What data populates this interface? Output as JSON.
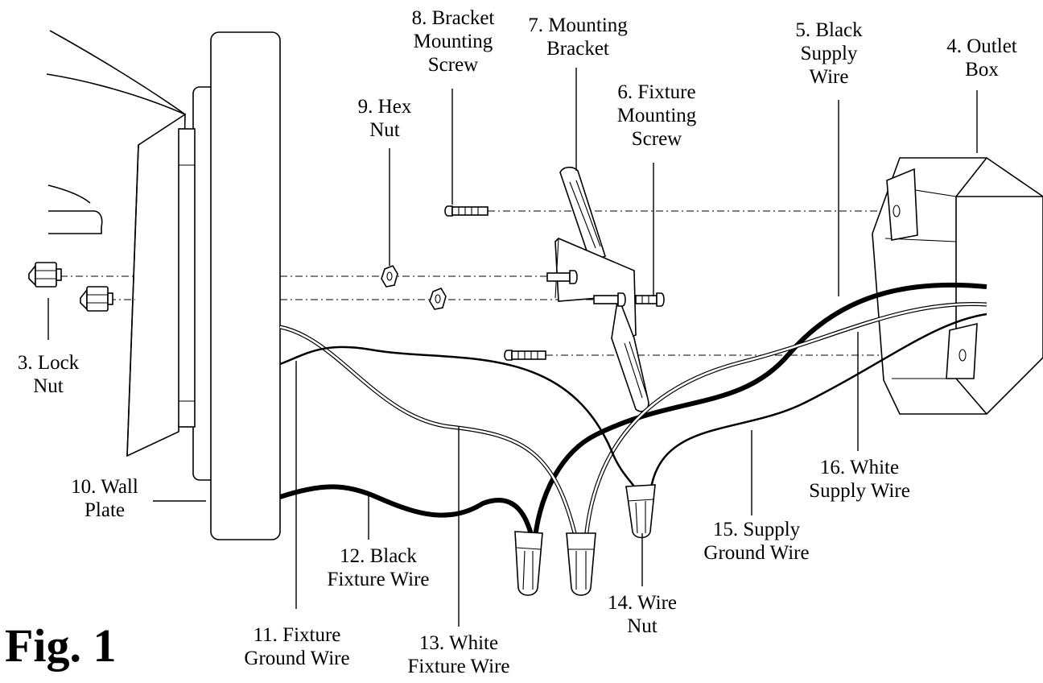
{
  "figure": {
    "title": "Fig. 1"
  },
  "parts": [
    {
      "id": "lock-nut",
      "lines": [
        "3.  Lock",
        "Nut"
      ]
    },
    {
      "id": "outlet-box",
      "lines": [
        "4. Outlet",
        "Box"
      ]
    },
    {
      "id": "black-supply-wire",
      "lines": [
        "5. Black",
        "Supply",
        "Wire"
      ]
    },
    {
      "id": "fixture-mounting-screw",
      "lines": [
        "6. Fixture",
        "Mounting",
        "Screw"
      ]
    },
    {
      "id": "mounting-bracket",
      "lines": [
        "7. Mounting",
        "Bracket"
      ]
    },
    {
      "id": "bracket-mounting-screw",
      "lines": [
        "8. Bracket",
        "Mounting",
        "Screw"
      ]
    },
    {
      "id": "hex-nut",
      "lines": [
        "9. Hex",
        "Nut"
      ]
    },
    {
      "id": "wall-plate",
      "lines": [
        "10. Wall",
        "Plate"
      ]
    },
    {
      "id": "fixture-ground-wire",
      "lines": [
        "11. Fixture",
        "Ground Wire"
      ]
    },
    {
      "id": "black-fixture-wire",
      "lines": [
        "12. Black",
        "Fixture Wire"
      ]
    },
    {
      "id": "white-fixture-wire",
      "lines": [
        "13. White",
        "Fixture Wire"
      ]
    },
    {
      "id": "wire-nut",
      "lines": [
        "14. Wire",
        "Nut"
      ]
    },
    {
      "id": "supply-ground-wire",
      "lines": [
        "15. Supply",
        "Ground Wire"
      ]
    },
    {
      "id": "white-supply-wire",
      "lines": [
        "16. White",
        "Supply Wire"
      ]
    }
  ]
}
